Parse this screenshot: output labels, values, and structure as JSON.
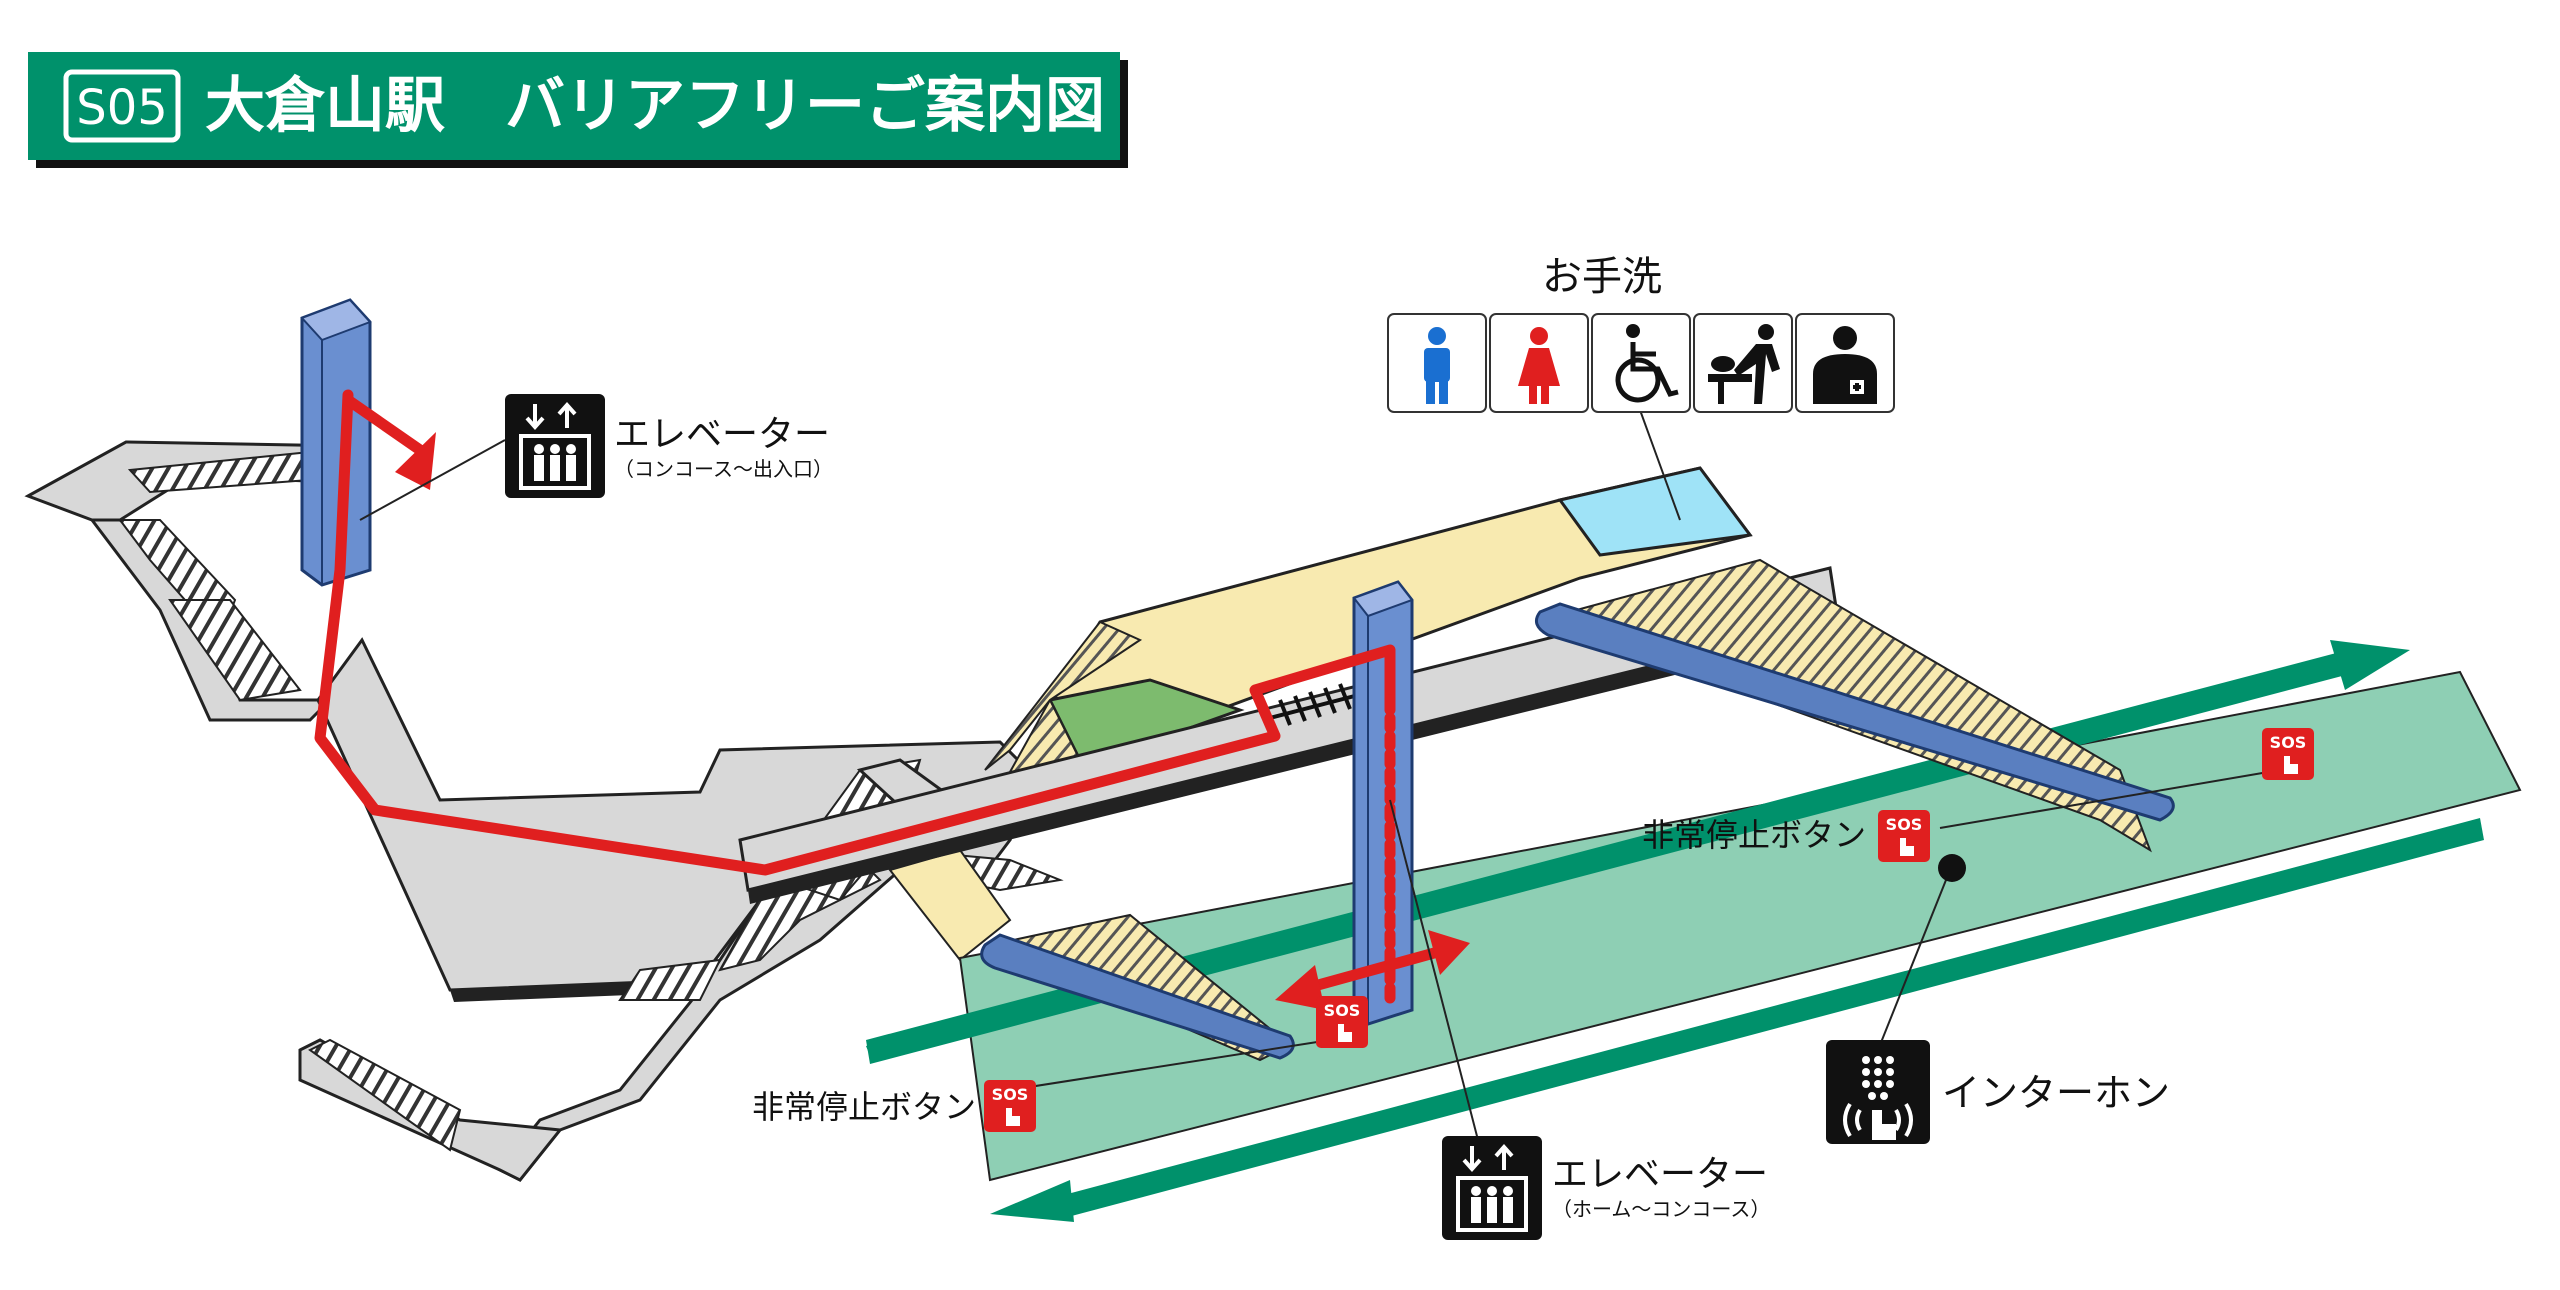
{
  "header": {
    "station_code": "S05",
    "title": "大倉山駅　バリアフリーご案内図",
    "accent_color": "#00916b"
  },
  "colors": {
    "route": "#e01f1f",
    "elevator": "#6a8fd0",
    "platform": "#8ecfb4",
    "track_arrow": "#00916b",
    "concourse": "#d8d8d8",
    "area_yellow": "#f8eab0",
    "area_green": "#7dbb6e",
    "area_blue": "#9fe3f7",
    "sos": "#e01f1f"
  },
  "toilets": {
    "label": "お手洗",
    "icons": [
      "male-icon",
      "female-icon",
      "wheelchair-icon",
      "baby-changing-icon",
      "ostomate-icon"
    ]
  },
  "elevator_top": {
    "icon": "elevator-icon",
    "label": "エレベーター",
    "sub": "（コンコース～出入口）"
  },
  "elevator_bottom": {
    "icon": "elevator-icon",
    "label": "エレベーター",
    "sub": "（ホーム～コンコース）"
  },
  "emergency_stop": {
    "label_right": "非常停止ボタン",
    "label_left": "非常停止ボタン",
    "sos_text": "SOS"
  },
  "intercom": {
    "icon": "intercom-icon",
    "label": "インターホン"
  }
}
